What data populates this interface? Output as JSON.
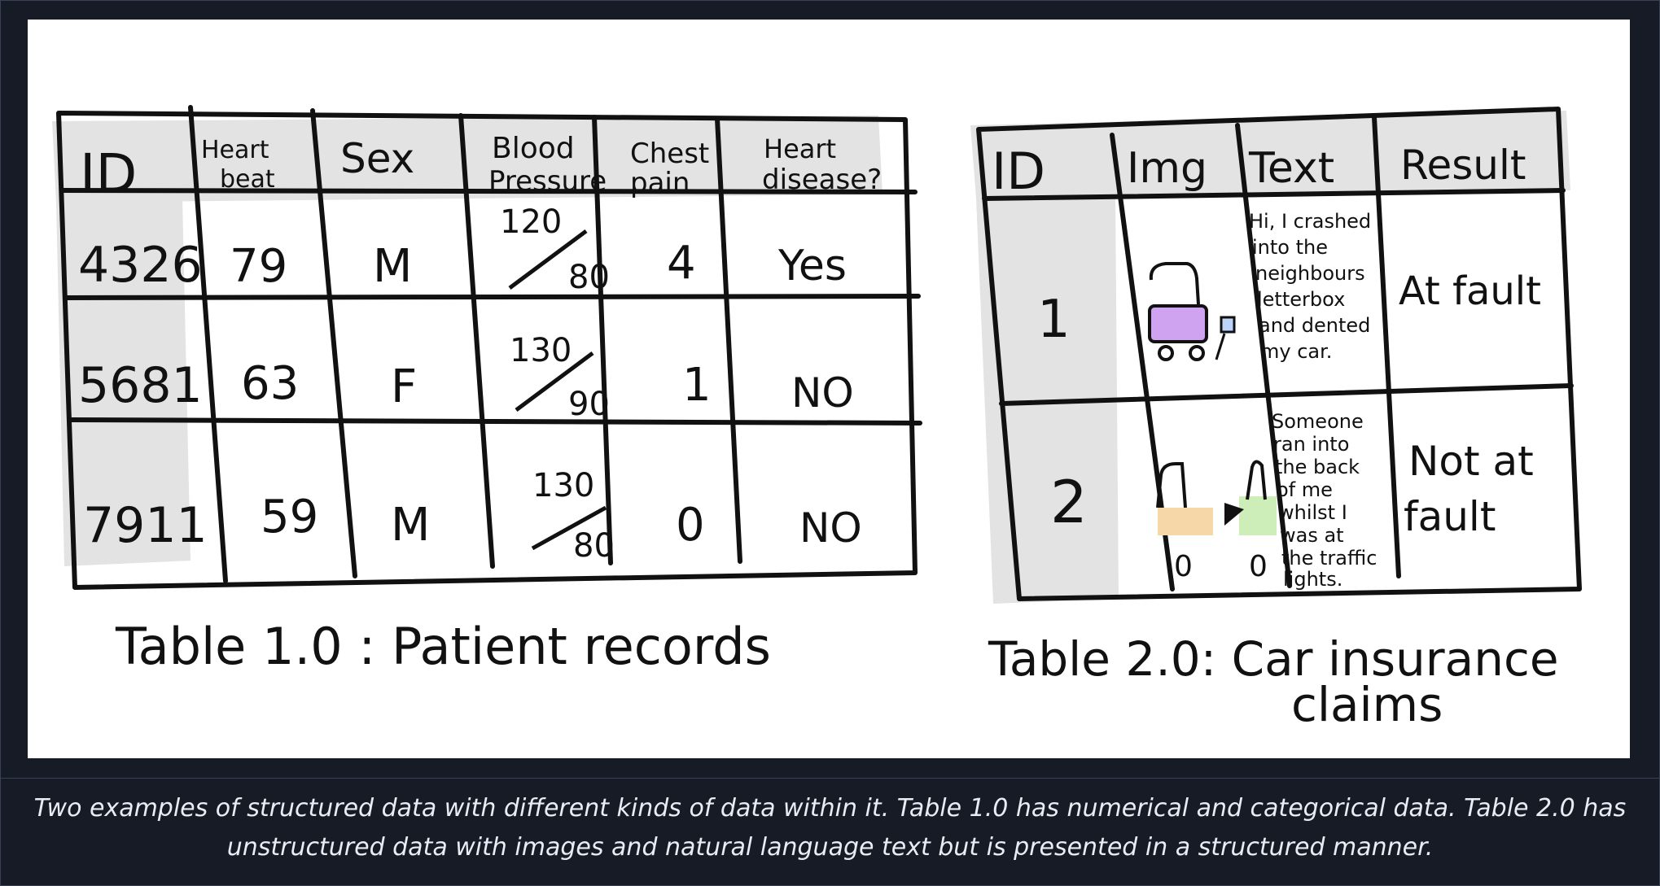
{
  "table1": {
    "headers": [
      "ID",
      "Heart beat",
      "Sex",
      "Blood Pressure",
      "Chest pain",
      "Heart disease?"
    ],
    "rows": [
      [
        "4326",
        "79",
        "M",
        "120/80",
        "4",
        "Yes"
      ],
      [
        "5681",
        "63",
        "F",
        "130/90",
        "1",
        "NO"
      ],
      [
        "7911",
        "59",
        "M",
        "130/80",
        "0",
        "NO"
      ]
    ],
    "title": "Table 1.0 : Patient records"
  },
  "table2": {
    "headers": [
      "ID",
      "Img",
      "Text",
      "Result"
    ],
    "rows": [
      {
        "id": "1",
        "text_lines": [
          "Hi, I crashed",
          "into the",
          "neighbours",
          "letterbox",
          "and dented",
          "my car."
        ],
        "result_lines": [
          "At fault"
        ]
      },
      {
        "id": "2",
        "text_lines": [
          "Someone",
          "ran into",
          "the back",
          "of me",
          "whilst I",
          "was at",
          "the traffic",
          "lights."
        ],
        "result_lines": [
          "Not at",
          "fault"
        ]
      }
    ],
    "title_lines": [
      "Table 2.0: Car insurance",
      "claims"
    ]
  },
  "caption": "Two examples of structured data with different kinds of data within it. Table 1.0 has numerical and categorical data. Table 2.0 has unstructured data with images and natural language text but is presented in a structured manner.",
  "colors": {
    "page": "#161b26",
    "shade": "#e3e3e3",
    "ink": "#111111",
    "car1": "#cfa3f0",
    "car2_rear": "#f6d8a8",
    "car2_front": "#cdeeb8"
  }
}
